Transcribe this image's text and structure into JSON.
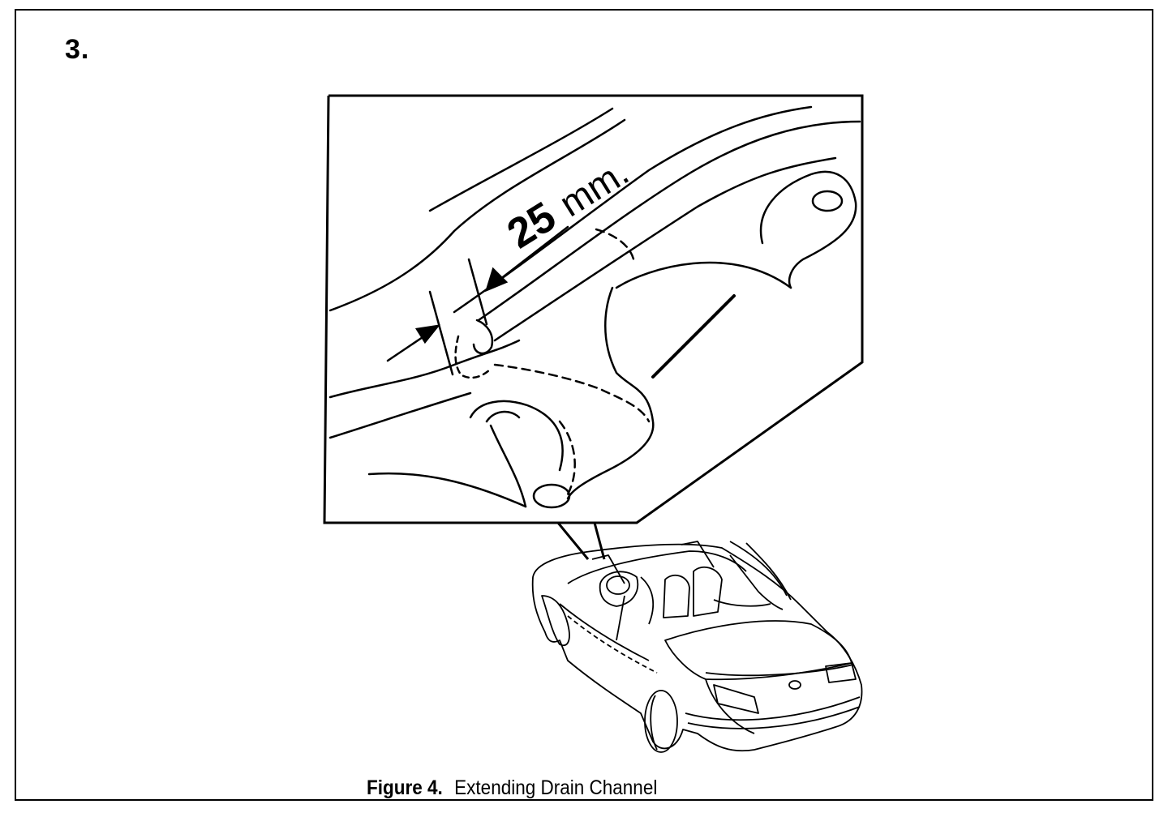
{
  "step": {
    "number": "3."
  },
  "detail": {
    "dimension_value": "25",
    "dimension_unit": "mm."
  },
  "caption": {
    "label": "Figure 4.",
    "text": "Extending Drain Channel"
  }
}
